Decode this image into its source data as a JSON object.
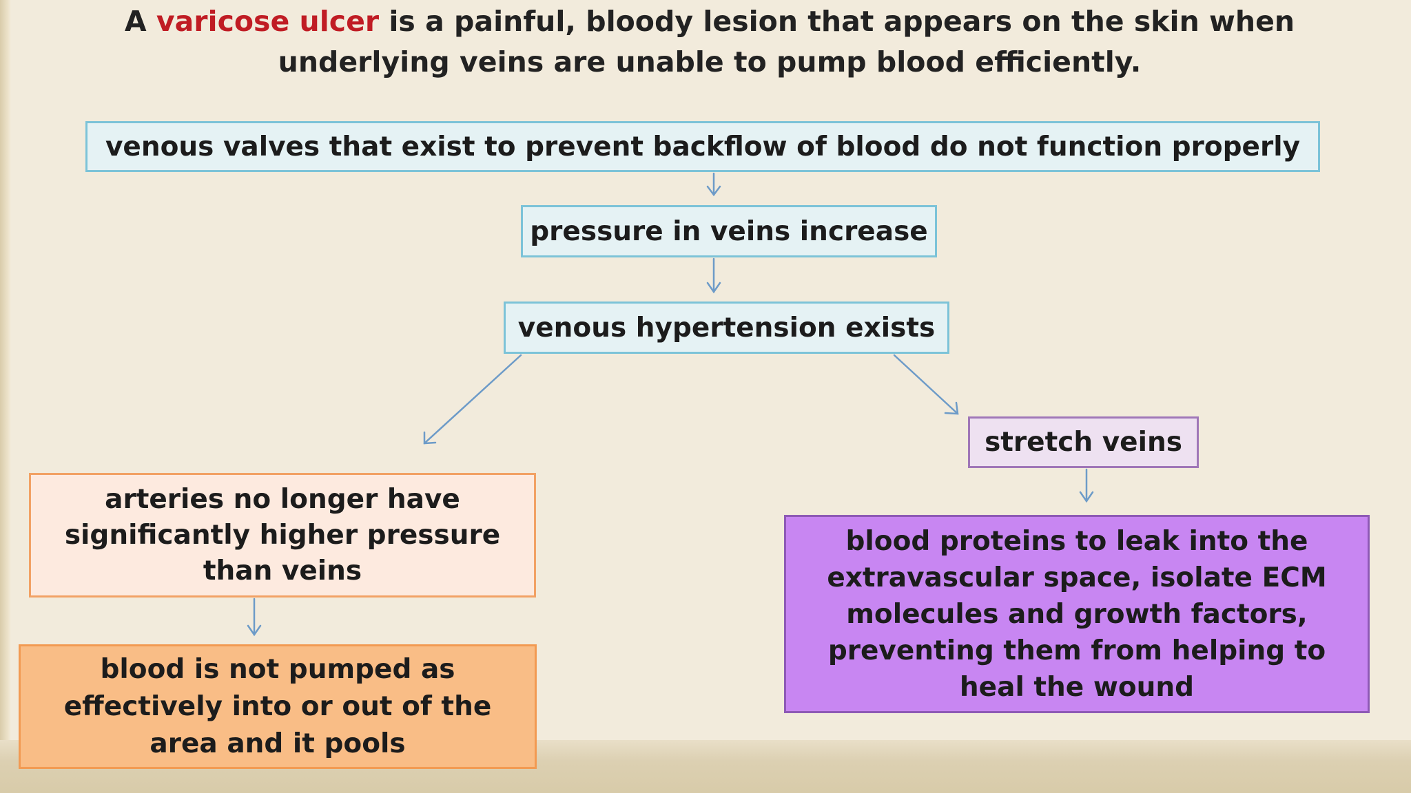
{
  "intro": {
    "prefix": "A ",
    "term": "varicose ulcer",
    "rest_line1": " is a painful, bloody lesion that appears on the skin when",
    "line2": "underlying veins are unable to pump blood efficiently."
  },
  "flow": {
    "valves": "venous valves that exist to prevent backflow of blood do not function properly",
    "pressure": "pressure in veins increase",
    "hypertension": "venous hypertension exists",
    "arteries": "arteries no longer have significantly higher pressure than veins",
    "pooled": "blood is not pumped as effectively into or out of the area and it pools",
    "stretch": "stretch veins",
    "proteins": "blood proteins to leak into the extravascular space, isolate ECM molecules and growth factors, preventing them from helping to heal the wound"
  },
  "colors": {
    "term_highlight": "#c01c24",
    "blue_box_fill": "#e5f2f4",
    "blue_box_border": "#7cc3d8",
    "lavender_box_fill": "#eee1f1",
    "purple_box_fill": "#c886f2",
    "peach_box_fill": "#fdeadf",
    "orange_box_fill": "#f9bd86",
    "arrow": "#6d9bc8",
    "background": "#f2ebdc"
  }
}
